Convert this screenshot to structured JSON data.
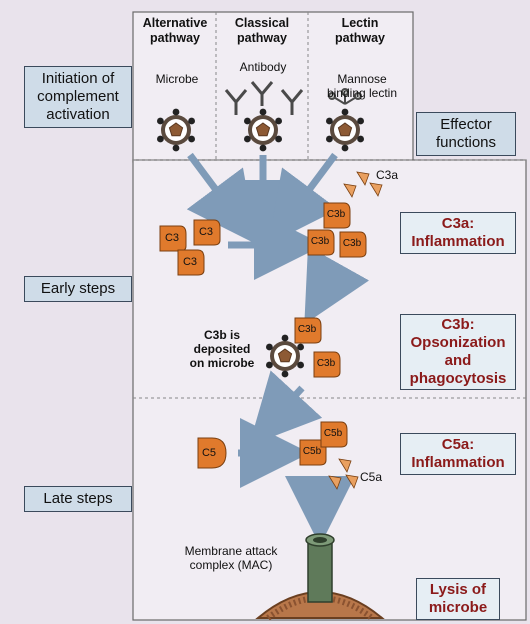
{
  "colors": {
    "accent_red": "#8b1a1a",
    "protein_orange": "#e07a2c",
    "arrow_blue": "#7f9bb8",
    "box_blue": "#cfdce8"
  },
  "pathways": {
    "alternative": "Alternative\npathway",
    "classical": "Classical\npathway",
    "lectin": "Lectin\npathway"
  },
  "triggers": {
    "microbe": "Microbe",
    "antibody": "Antibody",
    "mbl": "Mannose\nbinding lectin"
  },
  "stages": {
    "initiation": "Initiation of\ncomplement\nactivation",
    "early": "Early steps",
    "late": "Late steps"
  },
  "effector_header": "Effector\nfunctions",
  "effectors": {
    "c3a": "C3a:\nInflammation",
    "c3b": "C3b:\nOpsonization\nand\nphagocytosis",
    "c5a": "C5a:\nInflammation",
    "lysis": "Lysis of\nmicrobe"
  },
  "proteins": {
    "c3": "C3",
    "c3b": "C3b",
    "c3a": "C3a",
    "c5": "C5",
    "c5b": "C5b",
    "c5a": "C5a"
  },
  "deposit_text": "C3b is\ndeposited\non microbe",
  "mac_text": "Membrane attack\ncomplex (MAC)"
}
